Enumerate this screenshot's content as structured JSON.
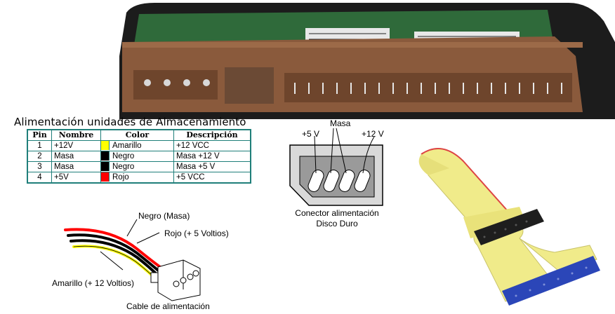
{
  "title": "Alimentación unidades de Almacenamiento",
  "table": {
    "headers": [
      "Pin",
      "Nombre",
      "Color",
      "Descripción"
    ],
    "rows": [
      {
        "pin": "1",
        "nombre": "+12V",
        "color": "Amarillo",
        "swatch": "#ffff00",
        "descripcion": "+12 VCC"
      },
      {
        "pin": "2",
        "nombre": "Masa",
        "color": "Negro",
        "swatch": "#000000",
        "descripcion": "Masa +12 V"
      },
      {
        "pin": "3",
        "nombre": "Masa",
        "color": "Negro",
        "swatch": "#000000",
        "descripcion": "Masa +5 V"
      },
      {
        "pin": "4",
        "nombre": "+5V",
        "color": "Rojo",
        "swatch": "#ff0000",
        "descripcion": "+5 VCC"
      }
    ]
  },
  "connector": {
    "label_masa": "Masa",
    "label_5v": "+5 V",
    "label_12v": "+12 V",
    "caption_line1": "Conector alimentación",
    "caption_line2": "Disco Duro"
  },
  "cable": {
    "label_negro": "Negro (Masa)",
    "label_rojo": "Rojo (+ 5 Voltios)",
    "label_amarillo": "Amarillo (+ 12 Voltios)",
    "caption": "Cable de alimentación"
  },
  "colors": {
    "table_border": "#1f7f7a",
    "connector_brown": "#8a5a3c",
    "ribbon_yellow": "#f0eb8a",
    "ide_black": "#1e1e1e",
    "ide_blue": "#2b46b8"
  }
}
